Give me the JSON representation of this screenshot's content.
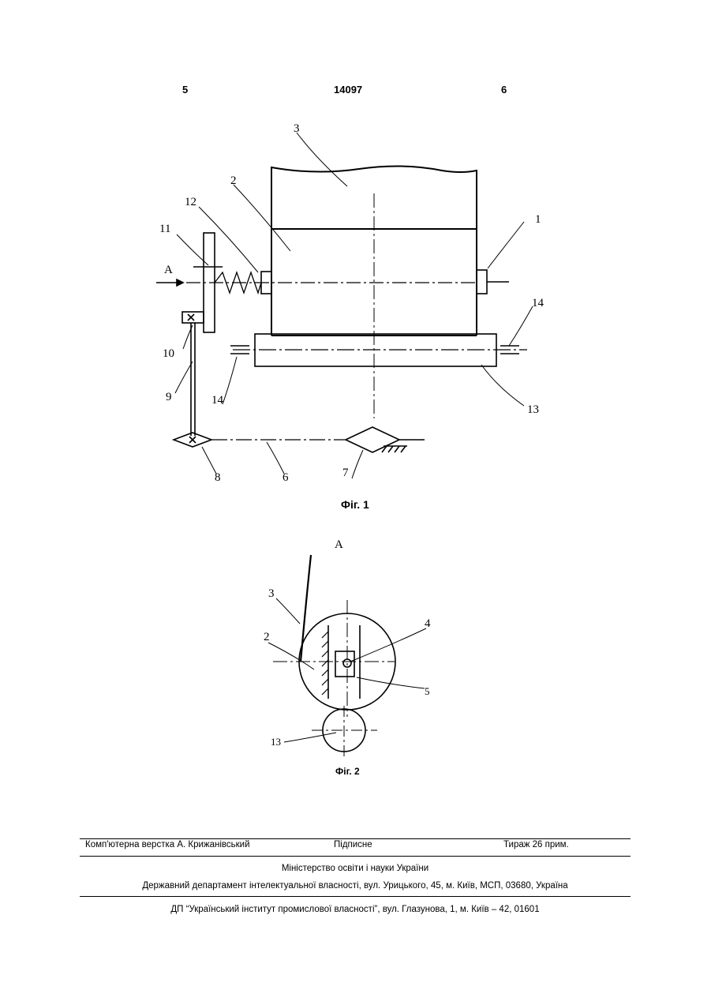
{
  "header": {
    "page_left": "5",
    "patent_number": "14097",
    "page_right": "6"
  },
  "figure1": {
    "caption": "Фіг. 1",
    "labels": [
      "1",
      "2",
      "3",
      "6",
      "7",
      "8",
      "9",
      "10",
      "11",
      "12",
      "13",
      "14",
      "14"
    ],
    "arrow_label": "А"
  },
  "figure2": {
    "caption": "Фіг. 2",
    "view_label": "А",
    "labels": [
      "2",
      "3",
      "4",
      "5",
      "13"
    ]
  },
  "footer": {
    "layout": "Комп'ютерна верстка А. Крижанівський",
    "signed": "Підписне",
    "circulation": "Тираж 26 прим.",
    "ministry": "Міністерство освіти і науки України",
    "department": "Державний департамент інтелектуальної власності, вул. Урицького, 45, м. Київ, МСП, 03680, Україна",
    "institute": "ДП “Український інститут промислової власності”, вул. Глазунова, 1, м. Київ – 42, 01601"
  }
}
